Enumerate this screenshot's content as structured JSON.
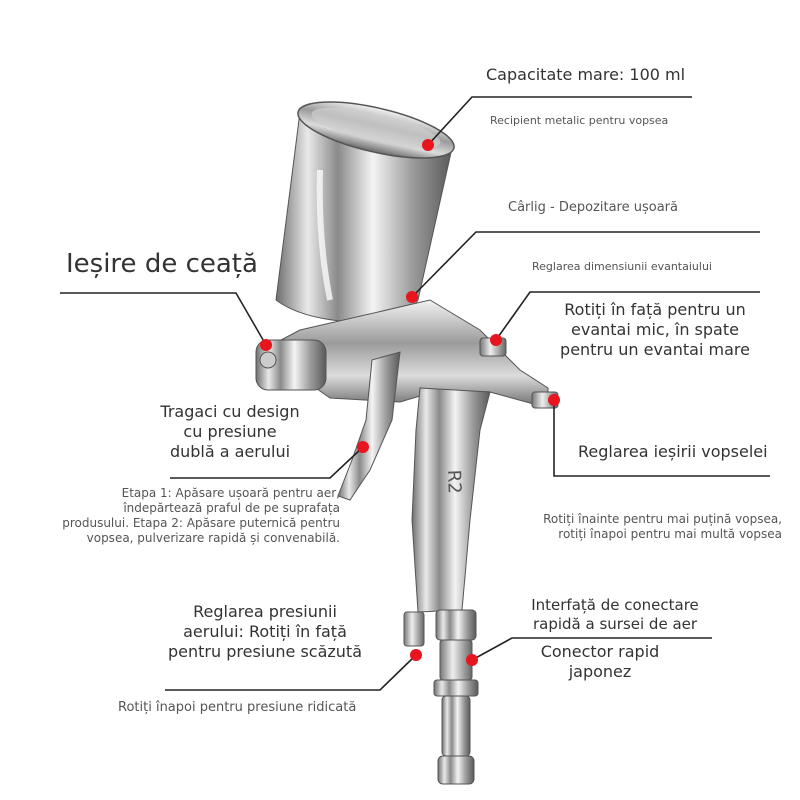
{
  "labels": {
    "capacity_title": "Capacitate mare: 100 ml",
    "capacity_sub": "Recipient metalic pentru vopsea",
    "hook_title": "Cârlig - Depozitare ușoară",
    "fan_title": "Reglarea dimensiunii evantaiului",
    "fan_desc_1": "Rotiți în față pentru un",
    "fan_desc_2": "evantai mic, în spate",
    "fan_desc_3": "pentru un evantai mare",
    "mist_title": "Ieșire de ceață",
    "trigger_1": "Tragaci cu design",
    "trigger_2": "cu presiune",
    "trigger_3": "dublă a aerului",
    "paint_title": "Reglarea ieșirii vopselei",
    "stage_1": "Etapa 1: Apăsare ușoară pentru aer,",
    "stage_2": "îndepărtează praful de pe suprafața",
    "stage_3": "produsului. Etapa 2: Apăsare puternică pentru",
    "stage_4": "vopsea, pulverizare rapidă și convenabilă.",
    "paint_desc_1": "Rotiți înainte pentru mai puțină vopsea,",
    "paint_desc_2": "rotiți înapoi pentru mai multă vopsea",
    "pressure_1": "Reglarea presiunii",
    "pressure_2": "aerului: Rotiți în față",
    "pressure_3": "pentru presiune scăzută",
    "pressure_back": "Rotiți înapoi pentru presiune ridicată",
    "interface_1": "Interfață de conectare",
    "interface_2": "rapidă a sursei de aer",
    "connector_1": "Conector rapid",
    "connector_2": "japonez",
    "gun_mark": "R2"
  },
  "colors": {
    "dot": "#e8141e",
    "line": "#222222",
    "text": "#444444"
  }
}
